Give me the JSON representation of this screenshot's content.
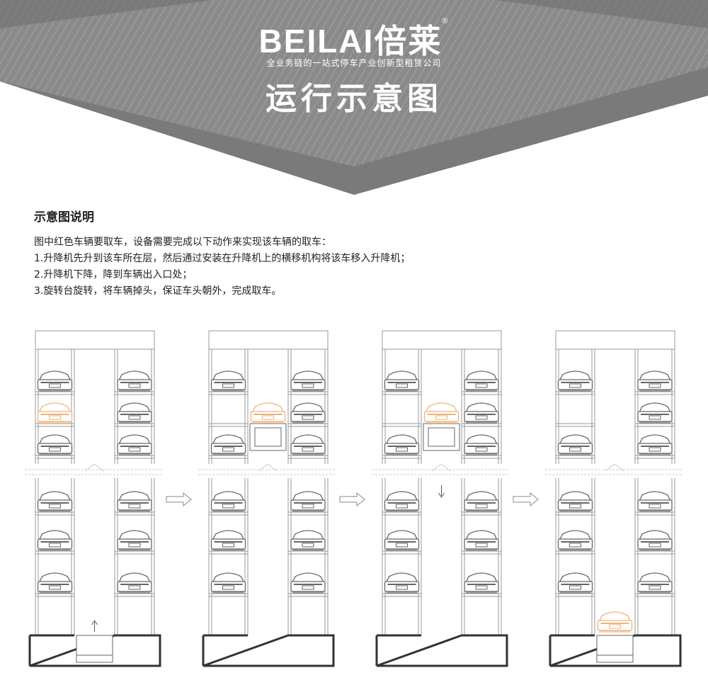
{
  "header": {
    "brand": "BEILAI倍莱",
    "registered_mark": "®",
    "slogan": "全业务链的一站式停车产业创新型租赁公司",
    "title": "运行示意图"
  },
  "description": {
    "heading": "示意图说明",
    "lines": [
      "图中红色车辆要取车，设备需要完成以下动作来实现该车辆的取车：",
      "1.升降机先升到该车所在层，然后通过安装在升降机上的横移机构将该车移入升降机；",
      "2.升降机下降，降到车辆出入口处；",
      "3.旋转台旋转，将车辆掉头，保证车头朝外，完成取车。"
    ]
  },
  "colors": {
    "target_car": "#f0b27a",
    "car": "#666666",
    "header": "#8c8c8c"
  },
  "panels": [
    {
      "step": 1,
      "target_car": "left-tower-level-2",
      "lift": "bottom",
      "motion": "up"
    },
    {
      "step": 2,
      "target_car": "lift-level-2",
      "lift": "level-2",
      "motion": "none"
    },
    {
      "step": 3,
      "target_car": "lift-level-2",
      "lift": "level-2",
      "motion": "down"
    },
    {
      "step": 4,
      "target_car": "lift-bottom",
      "lift": "bottom",
      "motion": "none"
    }
  ]
}
